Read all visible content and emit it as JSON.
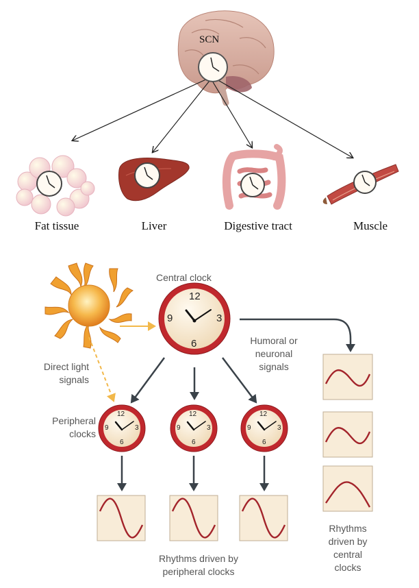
{
  "top": {
    "scn_label": "SCN",
    "organs": [
      {
        "label": "Fat tissue"
      },
      {
        "label": "Liver"
      },
      {
        "label": "Digestive tract"
      },
      {
        "label": "Muscle"
      }
    ]
  },
  "bottom": {
    "central_clock_label": "Central clock",
    "humoral_label": "Humoral or neuronal signals",
    "direct_light_label": "Direct light signals",
    "peripheral_clocks_label": "Peripheral clocks",
    "peripheral_rhythms_label": "Rhythms driven by peripheral clocks",
    "central_rhythms_label": "Rhythms driven by central clocks",
    "clock_numerals": [
      "12",
      "3",
      "6",
      "9"
    ]
  },
  "colors": {
    "clock_rim": "#c0282d",
    "clock_face": "#f7ead4",
    "wave": "#a3242b",
    "arrow": "#3a4249",
    "light_arrow": "#f2b84a",
    "sun": "#f0a030",
    "brain": "#d9b3a7"
  },
  "icons": [
    "sun-icon",
    "brain-illustration",
    "fat-tissue-illustration",
    "liver-illustration",
    "digestive-tract-illustration",
    "muscle-illustration"
  ]
}
